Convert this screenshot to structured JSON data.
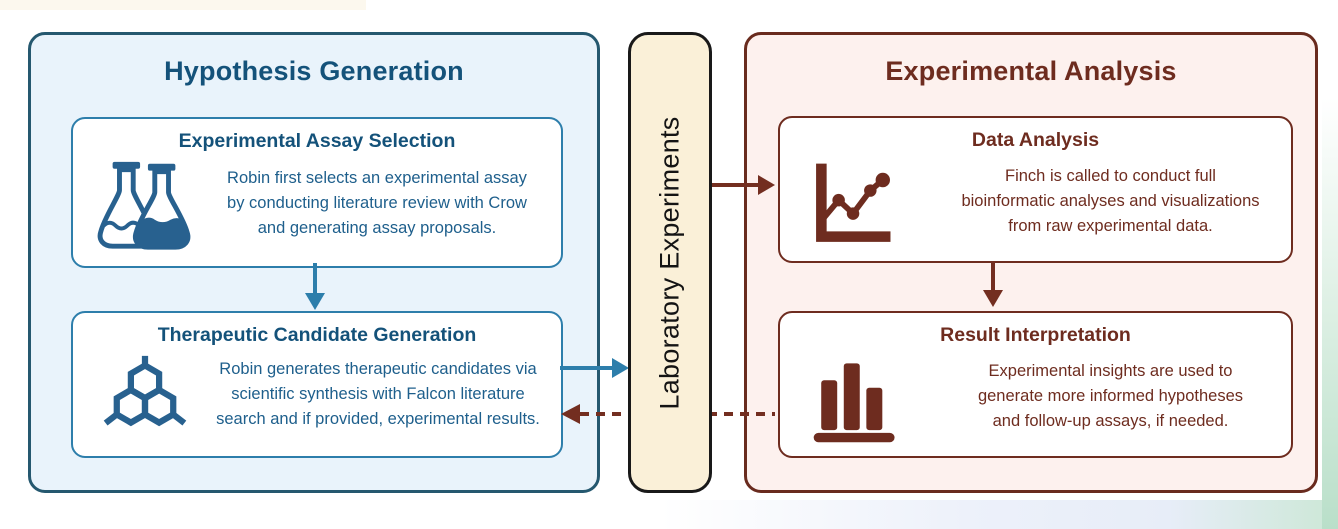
{
  "left_panel": {
    "title": "Hypothesis Generation",
    "boxes": [
      {
        "title": "Experimental Assay Selection",
        "icon": "flasks-icon",
        "lines": [
          "Robin first selects an experimental assay",
          "by conducting literature review with Crow",
          "and generating assay proposals."
        ]
      },
      {
        "title": "Therapeutic Candidate Generation",
        "icon": "molecule-icon",
        "lines": [
          "Robin generates therapeutic candidates via",
          "scientific synthesis with Falcon literature",
          "search and if provided, experimental results."
        ]
      }
    ]
  },
  "middle": {
    "label": "Laboratory Experiments"
  },
  "right_panel": {
    "title": "Experimental Analysis",
    "boxes": [
      {
        "title": "Data Analysis",
        "icon": "line-chart-icon",
        "lines": [
          "Finch is called to conduct full",
          "bioinformatic analyses and visualizations",
          "from raw experimental data."
        ]
      },
      {
        "title": "Result Interpretation",
        "icon": "bar-chart-icon",
        "lines": [
          "Experimental insights are used to",
          "generate more informed hypotheses",
          "and follow-up assays, if needed."
        ]
      }
    ]
  },
  "colors": {
    "blue_accent": "#2d7eab",
    "blue_dark": "#14527a",
    "blue_panel_bg": "#e9f3fb",
    "blue_panel_border": "#25586f",
    "maroon": "#6e2c1f",
    "maroon_arrow": "#732e20",
    "pink_panel_bg": "#fdf1ee",
    "cream_bg": "#faf0d8",
    "middle_border": "#191919"
  }
}
